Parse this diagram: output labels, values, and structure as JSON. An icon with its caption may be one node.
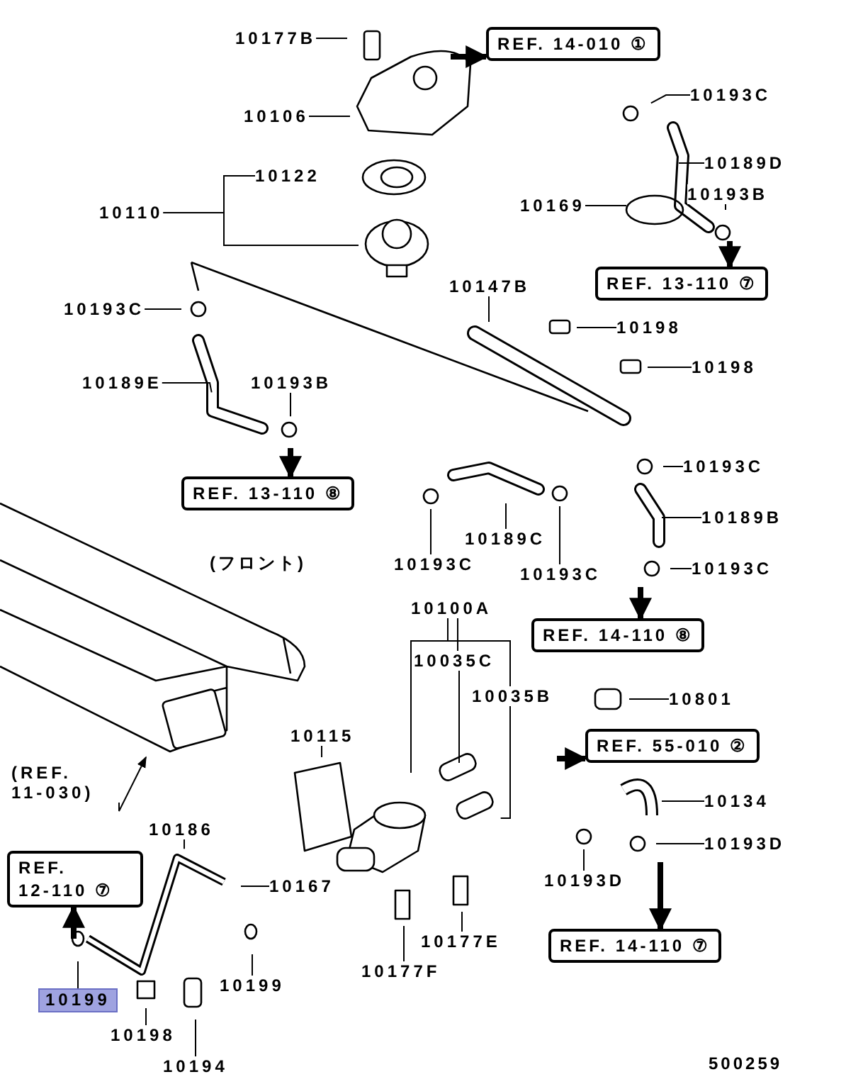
{
  "diagram": {
    "nodes": [
      {
        "text": [
          "10177B"
        ]
      },
      {
        "text": [
          "REF. 14-010 ①"
        ]
      },
      {
        "text": [
          "10106"
        ]
      },
      {
        "text": [
          "10122"
        ]
      },
      {
        "text": [
          "10110"
        ]
      },
      {
        "text": [
          "10193C"
        ]
      },
      {
        "text": [
          "10189D"
        ]
      },
      {
        "text": [
          "10169"
        ]
      },
      {
        "text": [
          "10193B"
        ]
      },
      {
        "text": [
          "REF. 13-110 ⑦"
        ]
      },
      {
        "text": [
          "10147B"
        ]
      },
      {
        "text": [
          "10198"
        ]
      },
      {
        "text": [
          "10198"
        ]
      },
      {
        "text": [
          "10193C"
        ]
      },
      {
        "text": [
          "10189E"
        ]
      },
      {
        "text": [
          "10193B"
        ]
      },
      {
        "text": [
          "REF. 13-110 ⑧"
        ]
      },
      {
        "text": [
          "10193C"
        ]
      },
      {
        "text": [
          "10189B"
        ]
      },
      {
        "text": [
          "10189C"
        ]
      },
      {
        "text": [
          "10193C"
        ]
      },
      {
        "text": [
          "10193C"
        ]
      },
      {
        "text": [
          "10193C"
        ]
      },
      {
        "text": [
          "REF. 14-110 ⑧"
        ]
      },
      {
        "text": [
          "10100A"
        ]
      },
      {
        "text": [
          "10035C"
        ]
      },
      {
        "text": [
          "10035B"
        ]
      },
      {
        "text": [
          "10801"
        ]
      },
      {
        "text": [
          "REF. 55-010 ②"
        ]
      },
      {
        "text": [
          "(REF. 11-030)"
        ]
      },
      {
        "text": [
          "10115"
        ]
      },
      {
        "text": [
          "10186"
        ]
      },
      {
        "text": [
          "REF. 12-110 ⑦"
        ]
      },
      {
        "text": [
          "10167"
        ]
      },
      {
        "text": [
          "10199"
        ]
      },
      {
        "text": [
          "10199"
        ]
      },
      {
        "text": [
          "10198"
        ]
      },
      {
        "text": [
          "10194"
        ]
      },
      {
        "text": [
          "10177F"
        ]
      },
      {
        "text": [
          "10177E"
        ]
      },
      {
        "text": [
          "10134"
        ]
      },
      {
        "text": [
          "10193D"
        ]
      },
      {
        "text": [
          "10193D"
        ]
      },
      {
        "text": [
          "REF. 14-110 ⑦"
        ]
      }
    ],
    "edges": [
      {
        "from": 0,
        "to": null,
        "arrow": "none"
      },
      {
        "from": null,
        "to": 1,
        "arrow": "to",
        "style": "thick"
      },
      {
        "from": 2,
        "to": null,
        "arrow": "none"
      },
      {
        "from": 4,
        "to": 3,
        "arrow": "none"
      },
      {
        "from": 4,
        "to": null,
        "arrow": "none"
      },
      {
        "from": 5,
        "to": null,
        "arrow": "none"
      },
      {
        "from": 6,
        "to": null,
        "arrow": "none"
      },
      {
        "from": 7,
        "to": null,
        "arrow": "none"
      },
      {
        "from": 8,
        "to": null,
        "arrow": "none"
      },
      {
        "from": null,
        "to": 9,
        "arrow": "to",
        "style": "thick"
      },
      {
        "from": 10,
        "to": null,
        "arrow": "none"
      },
      {
        "from": 11,
        "to": null,
        "arrow": "none"
      },
      {
        "from": 12,
        "to": null,
        "arrow": "none"
      },
      {
        "from": 13,
        "to": null,
        "arrow": "none"
      },
      {
        "from": 14,
        "to": null,
        "arrow": "none"
      },
      {
        "from": 15,
        "to": null,
        "arrow": "none"
      },
      {
        "from": null,
        "to": 16,
        "arrow": "to",
        "style": "thick"
      },
      {
        "from": 17,
        "to": null,
        "arrow": "none"
      },
      {
        "from": 18,
        "to": null,
        "arrow": "none"
      },
      {
        "from": 19,
        "to": null,
        "arrow": "none"
      },
      {
        "from": 20,
        "to": null,
        "arrow": "none"
      },
      {
        "from": 21,
        "to": null,
        "arrow": "none"
      },
      {
        "from": 22,
        "to": null,
        "arrow": "none"
      },
      {
        "from": null,
        "to": 23,
        "arrow": "to",
        "style": "thick"
      },
      {
        "from": 24,
        "to": null,
        "arrow": "none"
      },
      {
        "from": 24,
        "to": 25,
        "arrow": "none"
      },
      {
        "from": 24,
        "to": 26,
        "arrow": "none"
      },
      {
        "from": 25,
        "to": null,
        "arrow": "none"
      },
      {
        "from": 26,
        "to": null,
        "arrow": "none"
      },
      {
        "from": 27,
        "to": null,
        "arrow": "none"
      },
      {
        "from": null,
        "to": 28,
        "arrow": "to",
        "style": "thick"
      },
      {
        "from": 29,
        "to": null,
        "arrow": "to"
      },
      {
        "from": 30,
        "to": null,
        "arrow": "none"
      },
      {
        "from": 31,
        "to": null,
        "arrow": "none"
      },
      {
        "from": null,
        "to": 32,
        "arrow": "to",
        "style": "thick"
      },
      {
        "from": 33,
        "to": null,
        "arrow": "none"
      },
      {
        "from": 34,
        "to": null,
        "arrow": "none"
      },
      {
        "from": 35,
        "to": null,
        "arrow": "none"
      },
      {
        "from": 36,
        "to": null,
        "arrow": "none"
      },
      {
        "from": 37,
        "to": null,
        "arrow": "none"
      },
      {
        "from": 38,
        "to": null,
        "arrow": "none"
      },
      {
        "from": 39,
        "to": null,
        "arrow": "none"
      },
      {
        "from": 40,
        "to": null,
        "arrow": "none"
      },
      {
        "from": 41,
        "to": null,
        "arrow": "none"
      },
      {
        "from": 42,
        "to": null,
        "arrow": "none"
      },
      {
        "from": null,
        "to": 43,
        "arrow": "to",
        "style": "thick"
      }
    ],
    "labels": [
      "(フロント)",
      "500259"
    ]
  }
}
